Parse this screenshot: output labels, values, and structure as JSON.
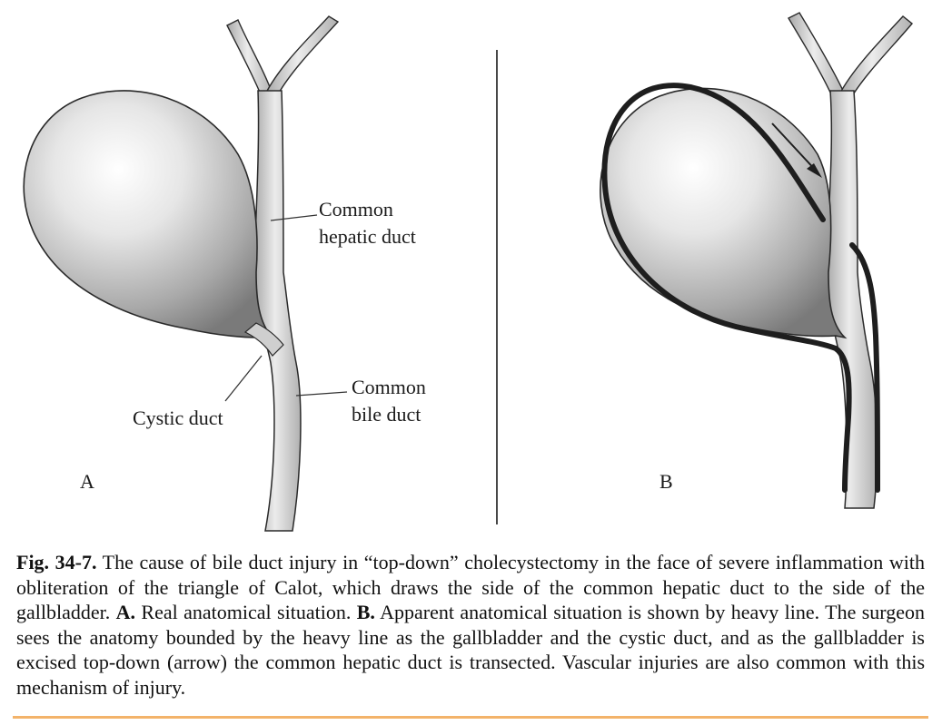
{
  "labels": {
    "common_hepatic_line1": "Common",
    "common_hepatic_line2": "hepatic duct",
    "common_bile_line1": "Common",
    "common_bile_line2": "bile duct",
    "cystic_duct": "Cystic duct",
    "panel_a": "A",
    "panel_b": "B"
  },
  "caption": {
    "fig_label": "Fig. 34-7.",
    "text1": " The cause of bile duct injury in “top-down” cholecystectomy in the face of severe inflammation with obliteration of the triangle of Calot, which draws the side of the common hepatic duct to the side of the gallbladder. ",
    "a_label": "A.",
    "text2": " Real anatomical situation. ",
    "b_label": "B.",
    "text3": " Apparent anatomical situation is shown by heavy line. The surgeon sees the anatomy bounded by the heavy line as the gallbladder and the cystic duct, and as the gallbladder is excised top-down (arrow) the common hepatic duct is transected. Vascular injuries are also common with this mechanism of injury."
  },
  "colors": {
    "accent_rule": "#f3b36a",
    "outline": "#2a2a2a",
    "heavy_line": "#1e1e1e"
  }
}
